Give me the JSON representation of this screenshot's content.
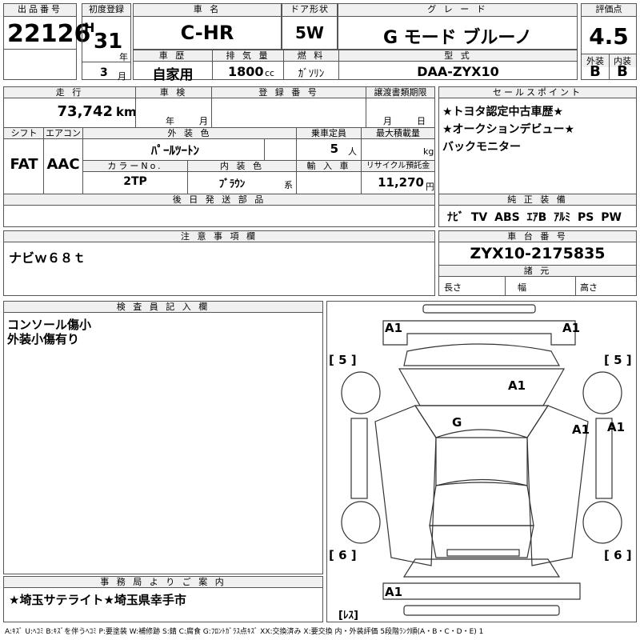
{
  "top": {
    "lot_label": "出品番号",
    "lot": "22126",
    "reg_label": "初度登録",
    "era": "H",
    "year": "31",
    "year_unit": "年",
    "month": "3",
    "month_unit": "月",
    "name_label": "車 名",
    "name": "C-HR",
    "door_label": "ドア形状",
    "door": "5W",
    "grade_label": "グ レ ー ド",
    "grade": "G モード ブルーノ",
    "score_label": "評価点",
    "score": "4.5",
    "history_label": "車 歴",
    "history": "自家用",
    "disp_label": "排 気 量",
    "disp": "1800",
    "disp_unit": "cc",
    "fuel_label": "燃 料",
    "fuel": "ｶﾞｿﾘﾝ",
    "model_label": "型 式",
    "model": "DAA-ZYX10",
    "ext_label": "外装",
    "ext": "B",
    "int_label": "内装",
    "int": "B"
  },
  "row2": {
    "mileage_label": "走 行",
    "mileage": "73,742",
    "mileage_unit": "km",
    "inspect_label": "車 検",
    "inspect_year": "年",
    "inspect_month": "月",
    "regno_label": "登 録 番 号",
    "transfer_label": "譲渡書類期限",
    "transfer_month": "月",
    "transfer_day": "日",
    "shift_label": "シフト",
    "shift": "FAT",
    "ac_label": "エアコン",
    "ac": "AAC",
    "color_label": "外 装 色",
    "color": "ﾊﾟｰﾙﾂｰﾄﾝ",
    "seats_label": "乗車定員",
    "seats": "5",
    "seats_unit": "人",
    "load_label": "最大積載量",
    "load_unit": "kg",
    "colorno_label": "カラーNo.",
    "colorno": "2TP",
    "intcolor_label": "内 装 色",
    "intcolor": "ﾌﾞﾗｳﾝ",
    "intcolor_unit": "系",
    "import_label": "輸 入 車",
    "recycle_label": "リサイクル預託金",
    "recycle": "11,270",
    "recycle_unit": "円",
    "later_label": "後 日 発 送 部 品"
  },
  "sales": {
    "label": "セールスポイント",
    "lines": [
      "★トヨタ認定中古車歴★",
      "★オークションデビュー★",
      "バックモニター"
    ]
  },
  "equip": {
    "label": "純 正 装 備",
    "items": [
      "ﾅﾋﾞ",
      "TV",
      "ABS",
      "ｴｱB",
      "ｱﾙﾐ",
      "PS",
      "PW"
    ]
  },
  "notes": {
    "label": "注 意 事 項 欄",
    "text": "ナビｗ６８ｔ"
  },
  "chassis": {
    "label": "車 台 番 号",
    "value": "ZYX10-2175835",
    "spec_label": "諸 元",
    "len": "長さ",
    "wid": "幅",
    "hgt": "高さ"
  },
  "inspector": {
    "label": "検 査 員 記 入 欄",
    "lines": [
      "コンソール傷小",
      "外装小傷有り"
    ]
  },
  "office": {
    "label": "事 務 局 よ り ご 案 内",
    "text": "★埼玉サテライト★埼玉県幸手市"
  },
  "diagram": {
    "marks": [
      "A1",
      "A1",
      "A1",
      "G",
      "A1",
      "A1",
      "A1"
    ],
    "tires": [
      "[ 5 ]",
      "[ 5 ]",
      "[ 6 ]",
      "[ 6 ]"
    ],
    "spare": "[ﾚｽ]"
  },
  "legend": "A:ｷｽﾞ U:ﾍｺﾐ B:ｷｽﾞを伴うﾍｺﾐ P:要塗装 W:補修跡 S:錆 C:腐食 G:ﾌﾛﾝﾄｶﾞﾗｽ点ｷｽﾞ XX:交換済み X:要交換  内・外装評価  5段階ﾗﾝｸ順(A・B・C・D・E) 1"
}
